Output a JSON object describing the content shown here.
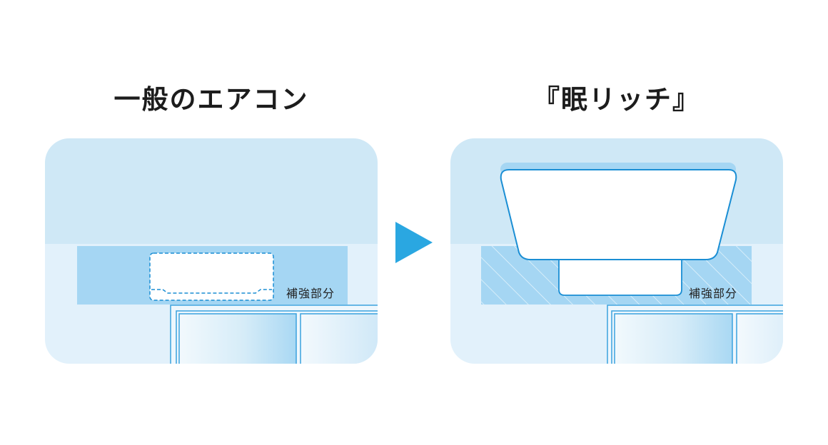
{
  "panels": {
    "left": {
      "title": "一般のエアコン",
      "region_label": "補強部分"
    },
    "right": {
      "title": "『眠リッチ』",
      "region_label": "補強部分"
    }
  },
  "colors": {
    "wall_upper": "#cfe8f6",
    "wall_lower": "#e2f1fb",
    "reinforcement_area": "#a5d6f3",
    "outline_blue": "#1a8ed4",
    "arrow": "#2aa7e1",
    "title_text": "#1c1c1c"
  },
  "icons": {
    "arrow": "right-triangle-arrow"
  }
}
